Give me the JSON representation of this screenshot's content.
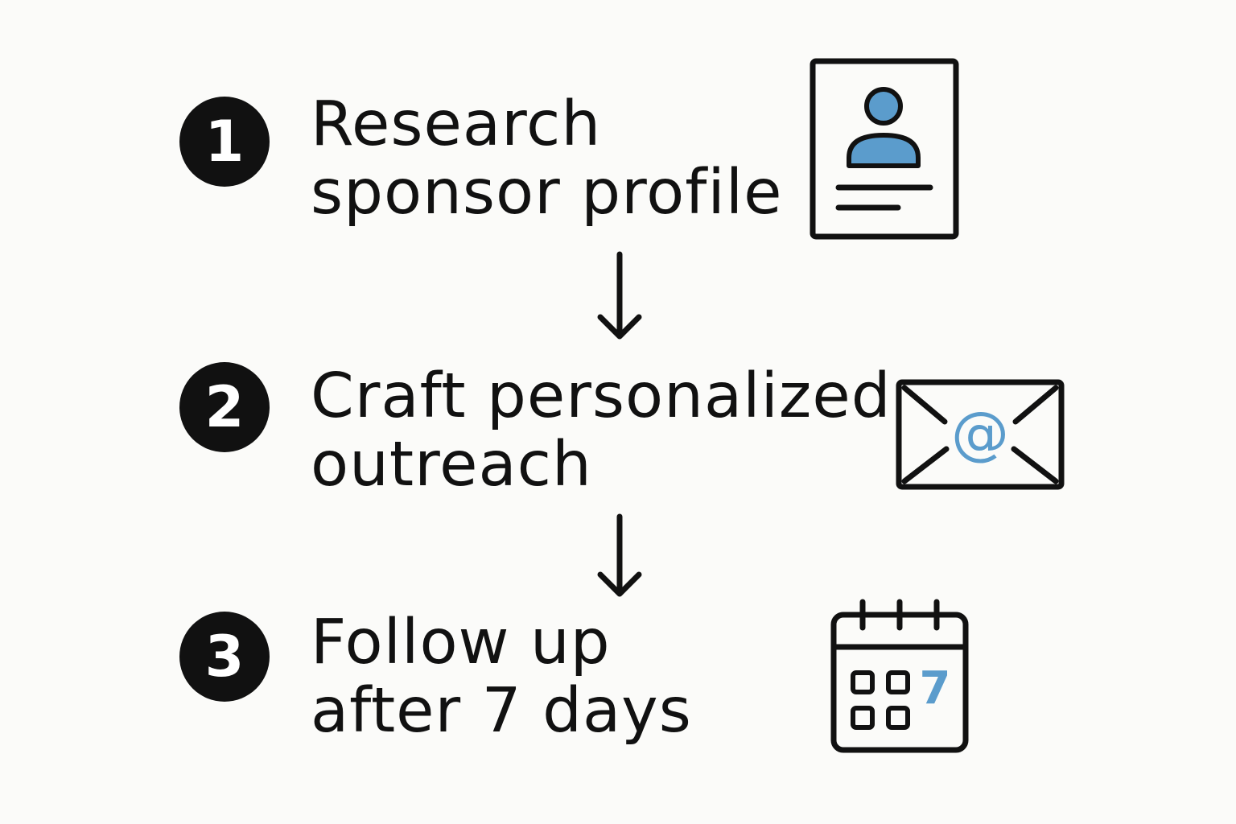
{
  "steps": [
    {
      "number": "1",
      "line1": "Research",
      "line2": "sponsor profile",
      "icon": "profile-card-icon"
    },
    {
      "number": "2",
      "line1": "Craft personalized",
      "line2": "outreach",
      "icon": "email-envelope-icon"
    },
    {
      "number": "3",
      "line1": "Follow up",
      "line2": "after 7 days",
      "icon": "calendar-icon"
    }
  ],
  "icons": {
    "email_symbol": "@",
    "calendar_day": "7"
  },
  "colors": {
    "background": "#fbfbf9",
    "ink": "#111111",
    "accent": "#5b9ccc"
  }
}
